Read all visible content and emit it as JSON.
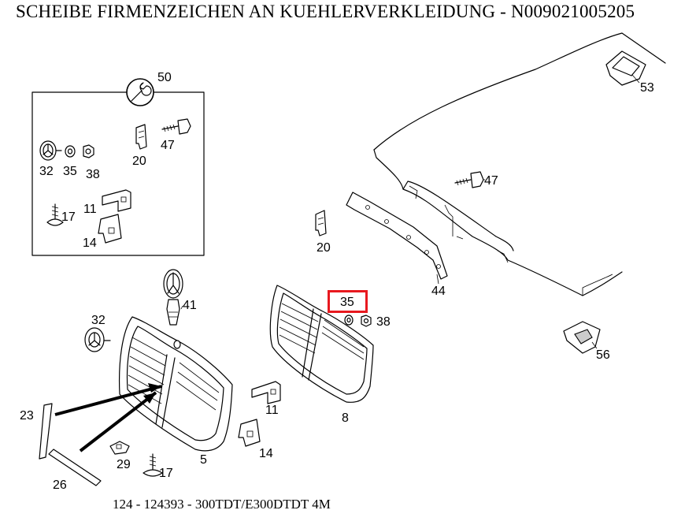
{
  "title": "SCHEIBE FIRMENZEICHEN AN KUEHLERVERKLEIDUNG - N009021005205",
  "footer": "124 - 124393 - 300TDT/E300DTDT 4M",
  "highlight_color": "#e8191f",
  "highlighted_label": "35",
  "labels": {
    "l50": "50",
    "l47a": "47",
    "l32a": "32",
    "l35a": "35",
    "l38a": "38",
    "l20a": "20",
    "l17a": "17",
    "l11a": "11",
    "l14a": "14",
    "l53": "53",
    "l47b": "47",
    "l20b": "20",
    "l44": "44",
    "l41": "41",
    "l35b": "35",
    "l38b": "38",
    "l32b": "32",
    "l56": "56",
    "l11b": "11",
    "l8": "8",
    "l23": "23",
    "l14b": "14",
    "l29": "29",
    "l17b": "17",
    "l5": "5",
    "l26": "26"
  }
}
